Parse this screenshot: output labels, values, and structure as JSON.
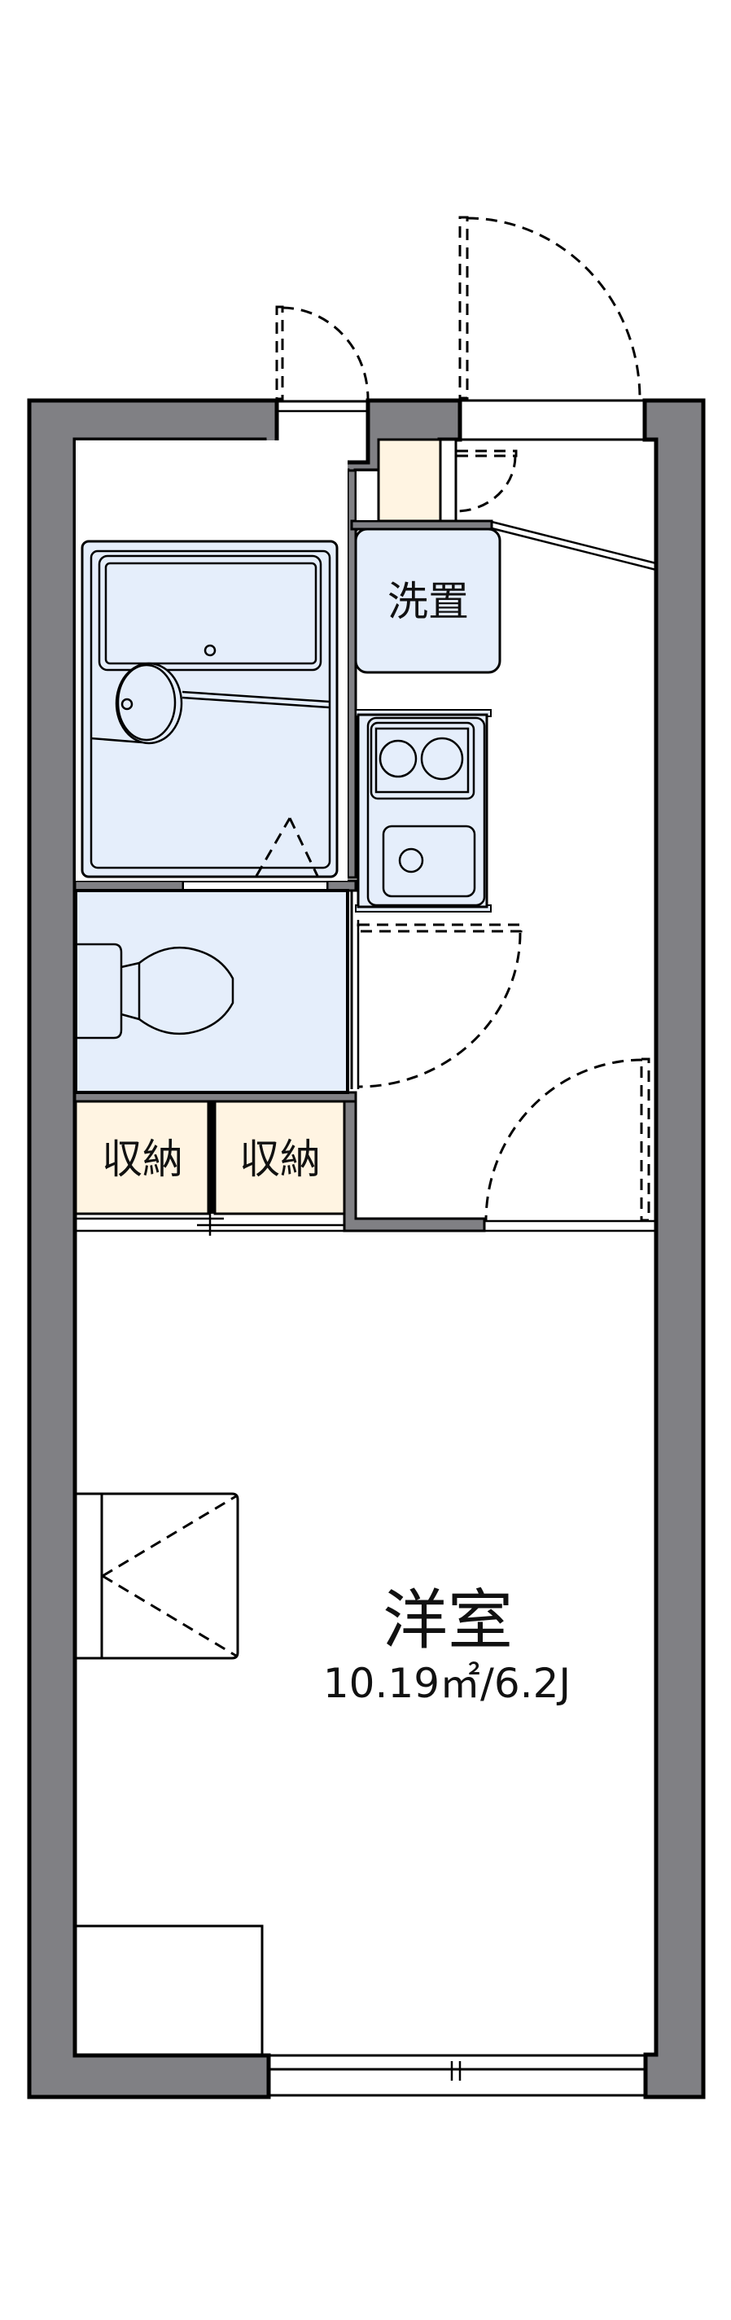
{
  "floorplan": {
    "colors": {
      "wall": "#808084",
      "wet_area": "#e5eefb",
      "storage": "#fff4e2",
      "line": "#000000",
      "background": "#ffffff"
    },
    "rooms": {
      "western_room": {
        "label": "洋室",
        "area": "10.19㎡/6.2J"
      },
      "washer_space": {
        "label": "洗置"
      },
      "storage_1": {
        "label": "収納"
      },
      "storage_2": {
        "label": "収納"
      }
    },
    "fixtures": [
      "unit-bath",
      "toilet",
      "kitchen-two-burner-stove",
      "kitchen-sink",
      "shoe-cabinet",
      "washer-pan"
    ]
  }
}
